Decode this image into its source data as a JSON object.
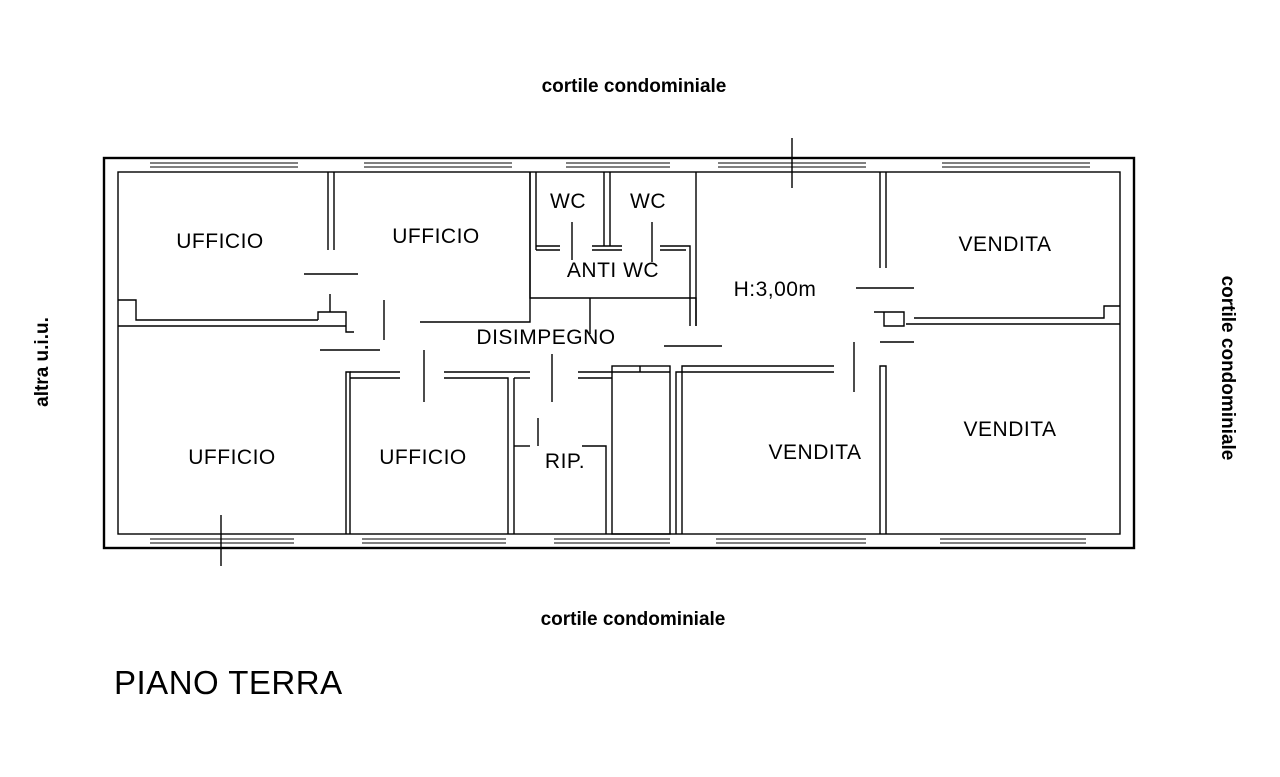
{
  "floor_title": "PIANO TERRA",
  "surroundings": {
    "top": "cortile condominiale",
    "bottom": "cortile condominiale",
    "right": "cortile condominiale",
    "left": "altra u.i.u."
  },
  "rooms": {
    "ufficio_top_left": "UFFICIO",
    "ufficio_top_center": "UFFICIO",
    "ufficio_bottom_left": "UFFICIO",
    "ufficio_bottom_center": "UFFICIO",
    "wc_left": "WC",
    "wc_right": "WC",
    "anti_wc": "ANTI WC",
    "disimpegno": "DISIMPEGNO",
    "ripostiglio": "RIP.",
    "vendita_top_right": "VENDITA",
    "vendita_bottom_center": "VENDITA",
    "vendita_bottom_right": "VENDITA"
  },
  "ceiling_height": "H:3,00m"
}
